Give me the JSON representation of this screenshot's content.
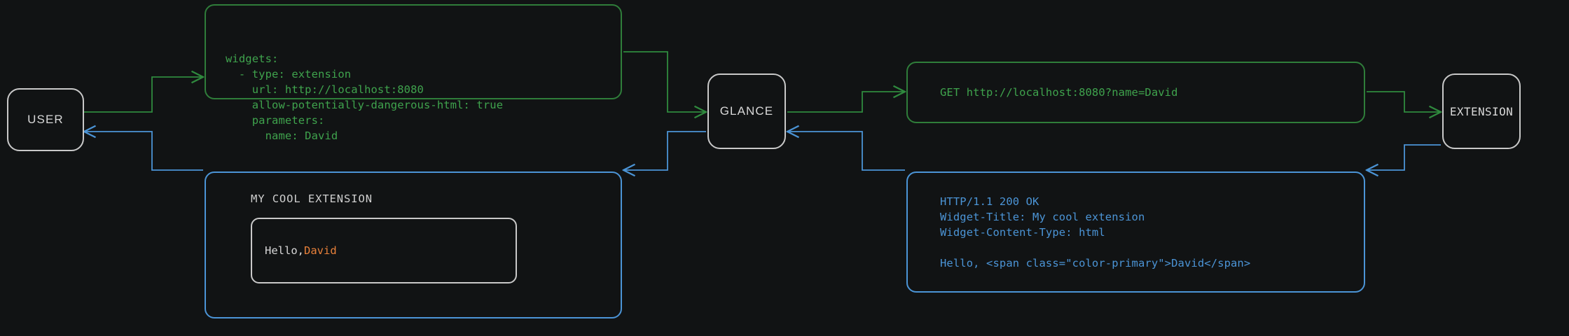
{
  "diagram": {
    "title": "Glance extension widget request/response flow",
    "background": "#111314",
    "colors": {
      "request_green": "#3fa34d",
      "request_green_border": "#2f7d3a",
      "response_blue": "#4b94d6",
      "node_outline": "#c9c9c9",
      "node_label": "#d8d8d8",
      "accent_orange": "#e8803a"
    }
  },
  "nodes": {
    "user": {
      "label": "USER"
    },
    "glance": {
      "label": "GLANCE"
    },
    "extension": {
      "label": "EXTENSION"
    }
  },
  "bubbles": {
    "yaml_config": {
      "color": "#3fa34d",
      "text": "widgets:\n  - type: extension\n    url: http://localhost:8080\n    allow-potentially-dangerous-html: true\n    parameters:\n      name: David"
    },
    "http_request": {
      "color": "#3fa34d",
      "text": "GET http://localhost:8080?name=David"
    },
    "http_response": {
      "color": "#4b94d6",
      "text": "HTTP/1.1 200 OK\nWidget-Title: My cool extension\nWidget-Content-Type: html\n\nHello, <span class=\"color-primary\">David</span>"
    },
    "rendered_widget": {
      "color": "#4b94d6",
      "title": "MY COOL EXTENSION",
      "body_prefix": "Hello, ",
      "body_accent": "David"
    }
  },
  "connectors": [
    {
      "name": "user-to-yaml",
      "color": "#3fa34d",
      "direction": "right",
      "from": "user",
      "to": "yaml_config"
    },
    {
      "name": "yaml-to-glance",
      "color": "#3fa34d",
      "direction": "right",
      "from": "yaml_config",
      "to": "glance"
    },
    {
      "name": "glance-to-request",
      "color": "#3fa34d",
      "direction": "right",
      "from": "glance",
      "to": "http_request"
    },
    {
      "name": "request-to-extension",
      "color": "#3fa34d",
      "direction": "right",
      "from": "http_request",
      "to": "extension"
    },
    {
      "name": "extension-to-response",
      "color": "#4b94d6",
      "direction": "left",
      "from": "extension",
      "to": "http_response"
    },
    {
      "name": "response-to-glance",
      "color": "#4b94d6",
      "direction": "left",
      "from": "http_response",
      "to": "glance"
    },
    {
      "name": "glance-to-widget",
      "color": "#4b94d6",
      "direction": "left",
      "from": "glance",
      "to": "rendered_widget"
    },
    {
      "name": "widget-to-user",
      "color": "#4b94d6",
      "direction": "left",
      "from": "rendered_widget",
      "to": "user"
    }
  ]
}
